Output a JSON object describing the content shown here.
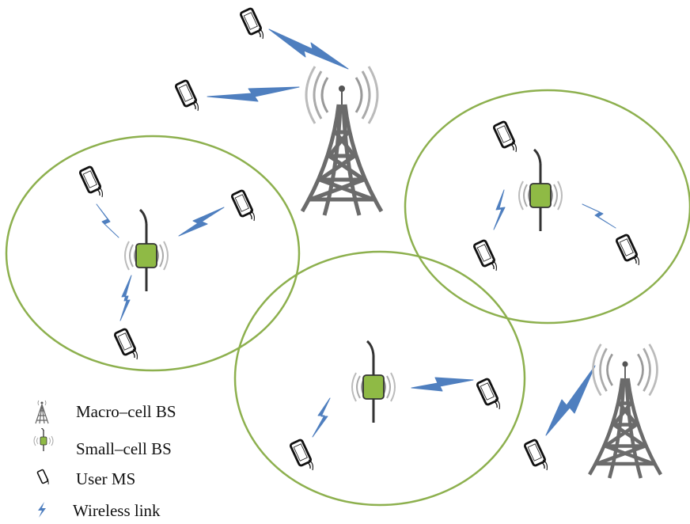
{
  "legend": {
    "items": [
      {
        "icon": "macro-cell-tower-icon",
        "label": "Macro–cell BS"
      },
      {
        "icon": "small-cell-antenna-icon",
        "label": "Small–cell BS"
      },
      {
        "icon": "phone-icon",
        "label": "User MS"
      },
      {
        "icon": "lightning-bolt-icon",
        "label": "Wireless link"
      }
    ]
  },
  "colors": {
    "cell_circle": "#8db04e",
    "small_cell_box": "#8fba45",
    "wireless_link": "#4f7fbf",
    "tower": "#666666",
    "phone": "#111111"
  }
}
